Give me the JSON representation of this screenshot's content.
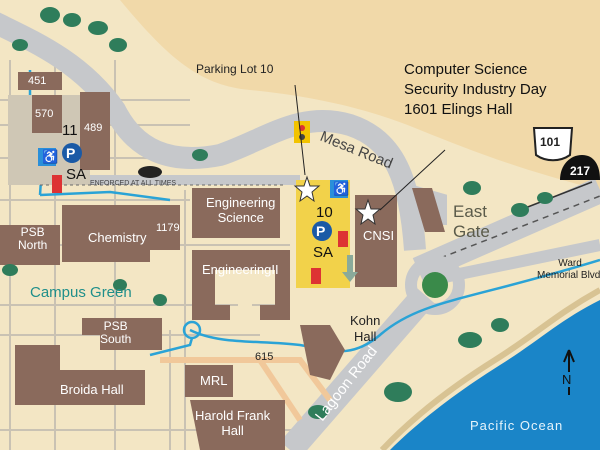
{
  "event": {
    "line1": "Computer Science",
    "line2": "Security Industry Day",
    "line3": "1601 Elings Hall"
  },
  "parking": {
    "p_symbol": "P",
    "lot10": {
      "callout": "Parking Lot 10",
      "number": "10",
      "permit": "SA"
    },
    "lot11": {
      "number": "11",
      "permit": "SA"
    }
  },
  "map": {
    "enforced": "ENFORCED AT ALL TIMES",
    "north": "N"
  },
  "roads": {
    "mesa": "Mesa Road",
    "lagoon": "Lagoon Road",
    "ward1": "Ward",
    "ward2": "Memorial Blvd.",
    "hwy101": "101",
    "hwy217": "217"
  },
  "places": {
    "east": "East",
    "gate": "Gate",
    "campus_green": "Campus Green",
    "ocean": "Pacific Ocean"
  },
  "buildings": {
    "b451": "451",
    "b570": "570",
    "b489": "489",
    "psb_north1": "PSB",
    "psb_north2": "North",
    "chemistry": "Chemistry",
    "b1179": "1179",
    "eng_sci1": "Engineering",
    "eng_sci2": "Science",
    "eng2": "EngineeringII",
    "cnsi": "CNSI",
    "psb_south1": "PSB",
    "psb_south2": "South",
    "broida": "Broida Hall",
    "mrl": "MRL",
    "harold1": "Harold Frank",
    "harold2": "Hall",
    "b615": "615",
    "kohn1": "Kohn",
    "kohn2": "Hall"
  },
  "icons": {
    "accessible": "♿"
  },
  "colors": {
    "building": "#8a6a5c",
    "parking_lot": "#f2d24a",
    "road": "#c6c8cb",
    "ocean": "#1a85c8",
    "bike_path": "#2aa3d6"
  }
}
